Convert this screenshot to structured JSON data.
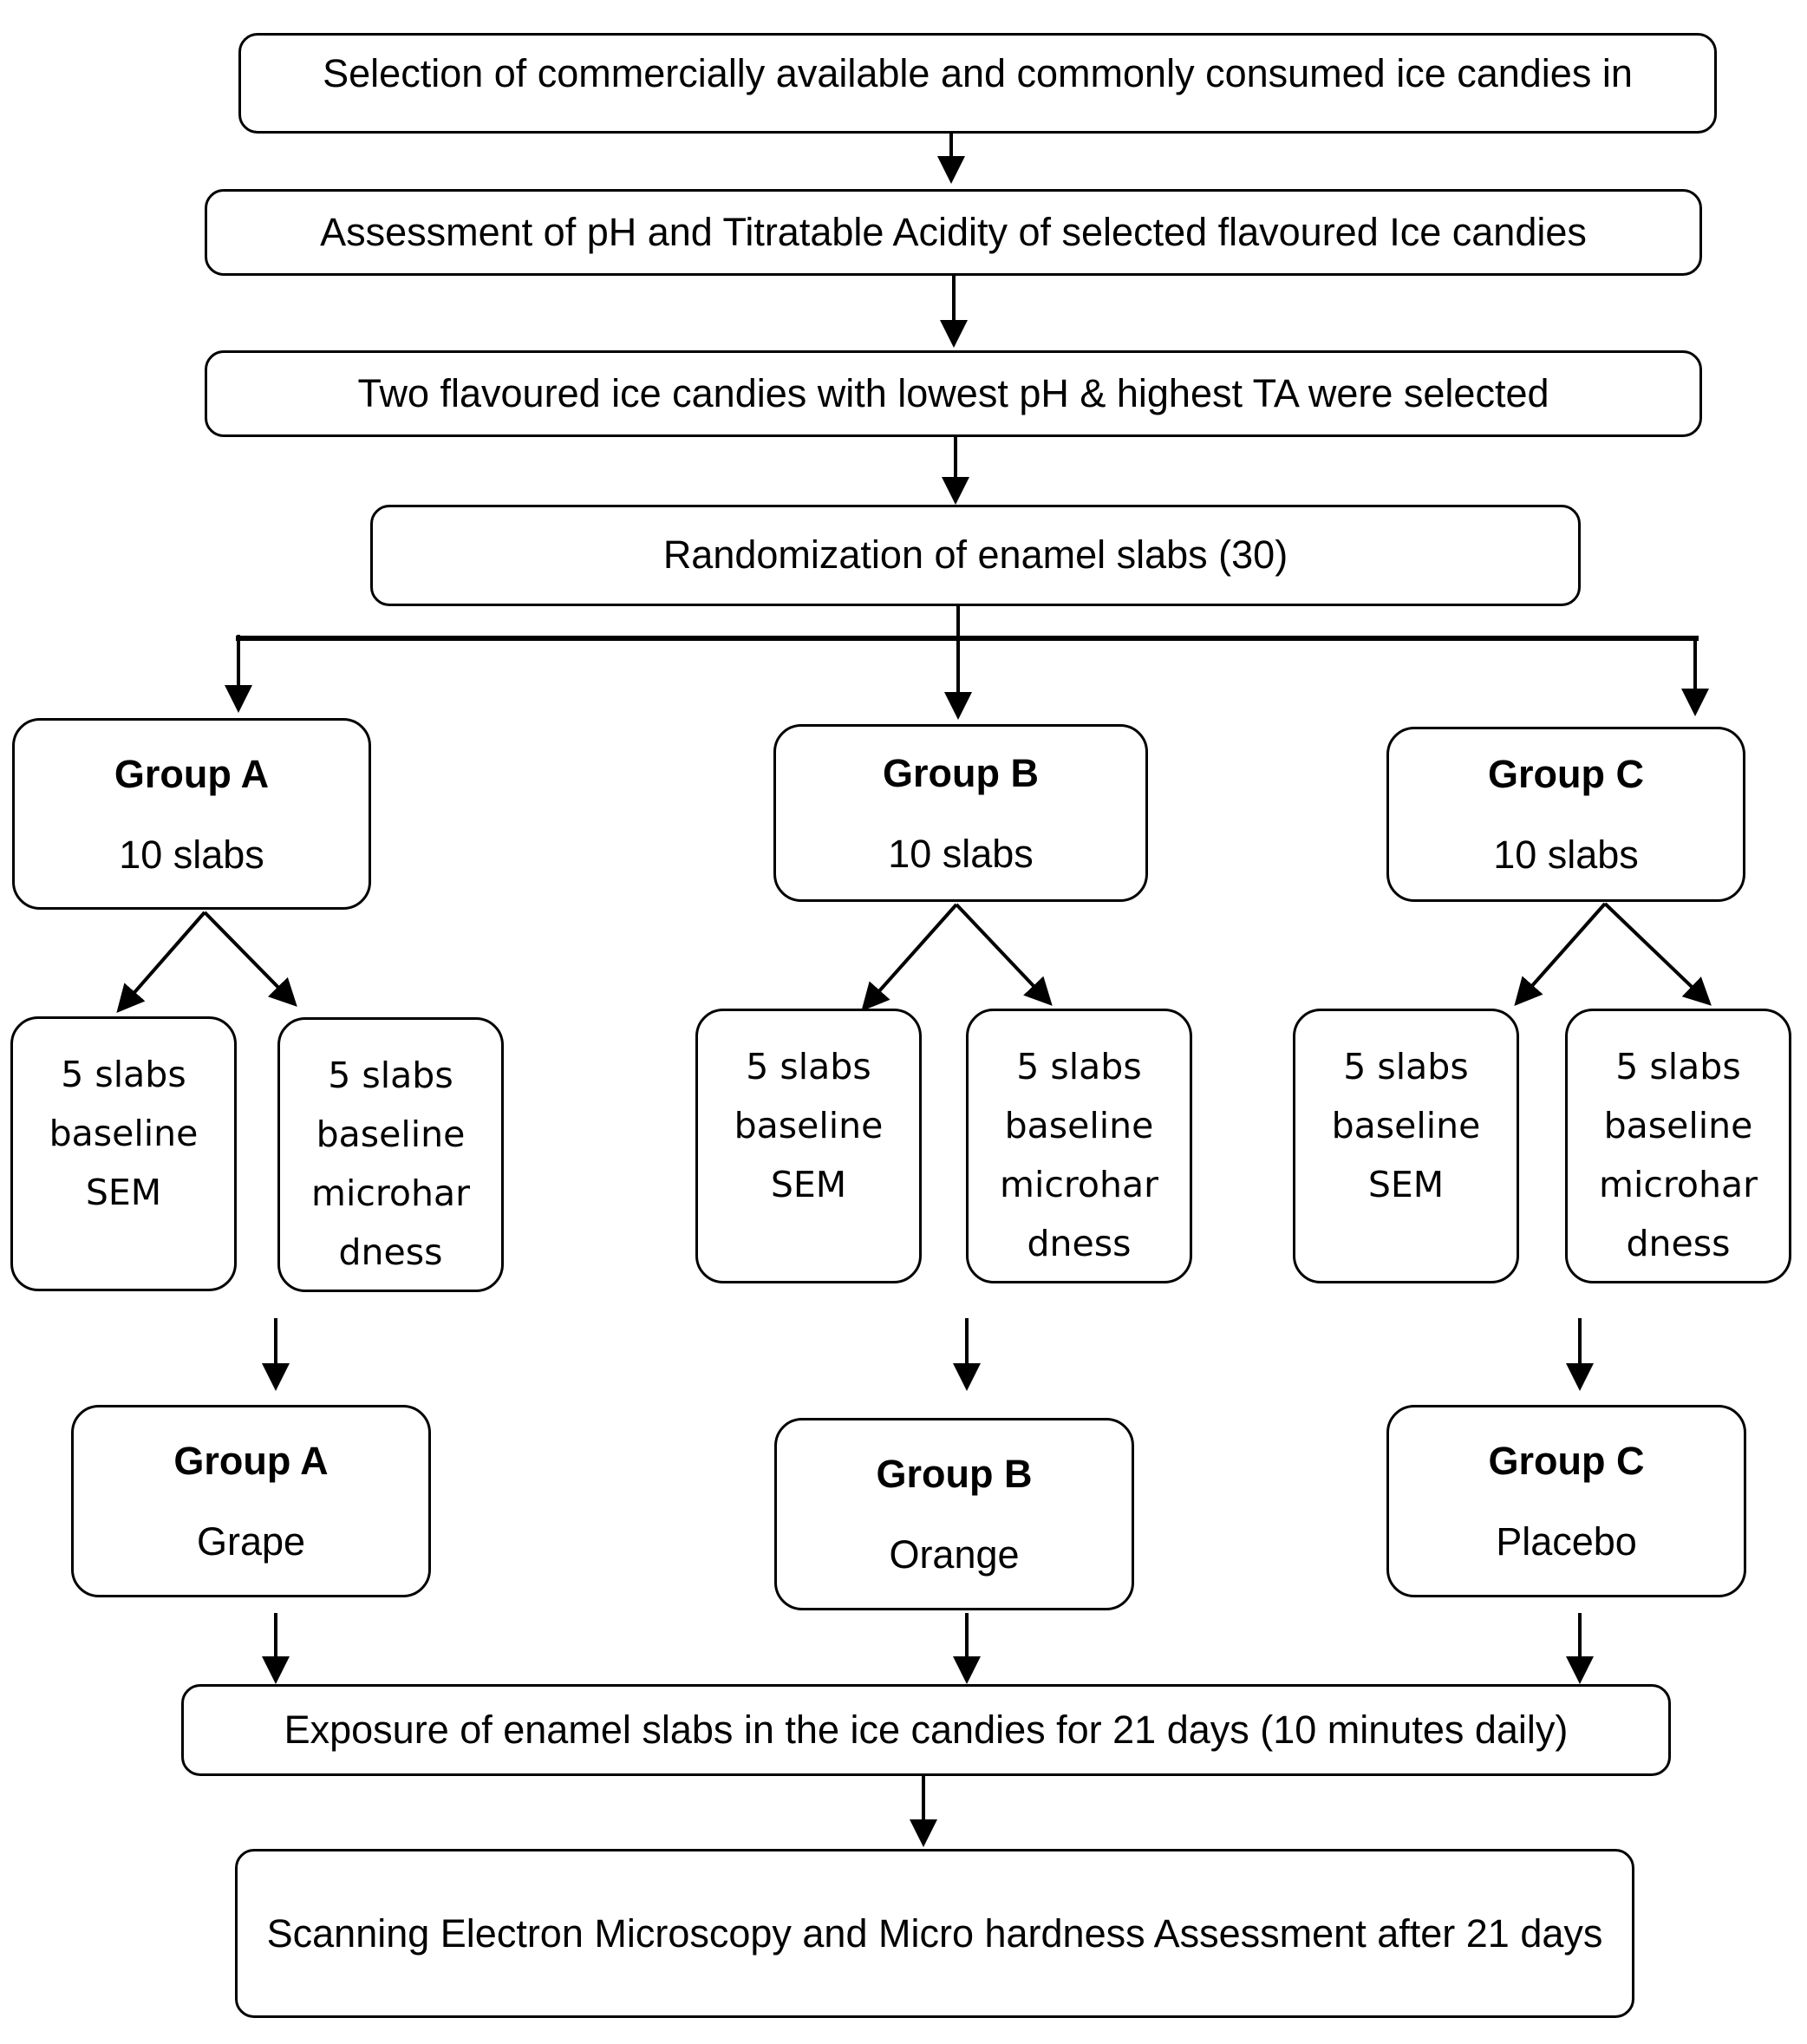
{
  "steps": {
    "selection": "Selection of commercially available and commonly consumed ice candies in",
    "assessment": "Assessment of pH and Titratable Acidity of selected flavoured Ice candies",
    "two_flavoured": "Two flavoured ice candies with lowest pH & highest TA were selected",
    "randomization": "Randomization of enamel slabs (30)",
    "exposure": "Exposure of enamel slabs in the ice candies for 21 days (10 minutes daily)",
    "final": "Scanning Electron Microscopy and Micro hardness Assessment after 21 days"
  },
  "groups": [
    {
      "title": "Group A",
      "count": "10 slabs",
      "sem": [
        "5 slabs",
        "baseline",
        "SEM"
      ],
      "micro": [
        "5 slabs",
        "baseline",
        "microhar",
        "dness"
      ],
      "flavour": "Grape"
    },
    {
      "title": "Group B",
      "count": "10 slabs",
      "sem": [
        "5 slabs",
        "baseline",
        "SEM"
      ],
      "micro": [
        "5 slabs",
        "baseline",
        "microhar",
        "dness"
      ],
      "flavour": "Orange"
    },
    {
      "title": "Group C",
      "count": "10 slabs",
      "sem": [
        "5 slabs",
        "baseline",
        "SEM"
      ],
      "micro": [
        "5 slabs",
        "baseline",
        "microhar",
        "dness"
      ],
      "flavour": "Placebo"
    }
  ]
}
